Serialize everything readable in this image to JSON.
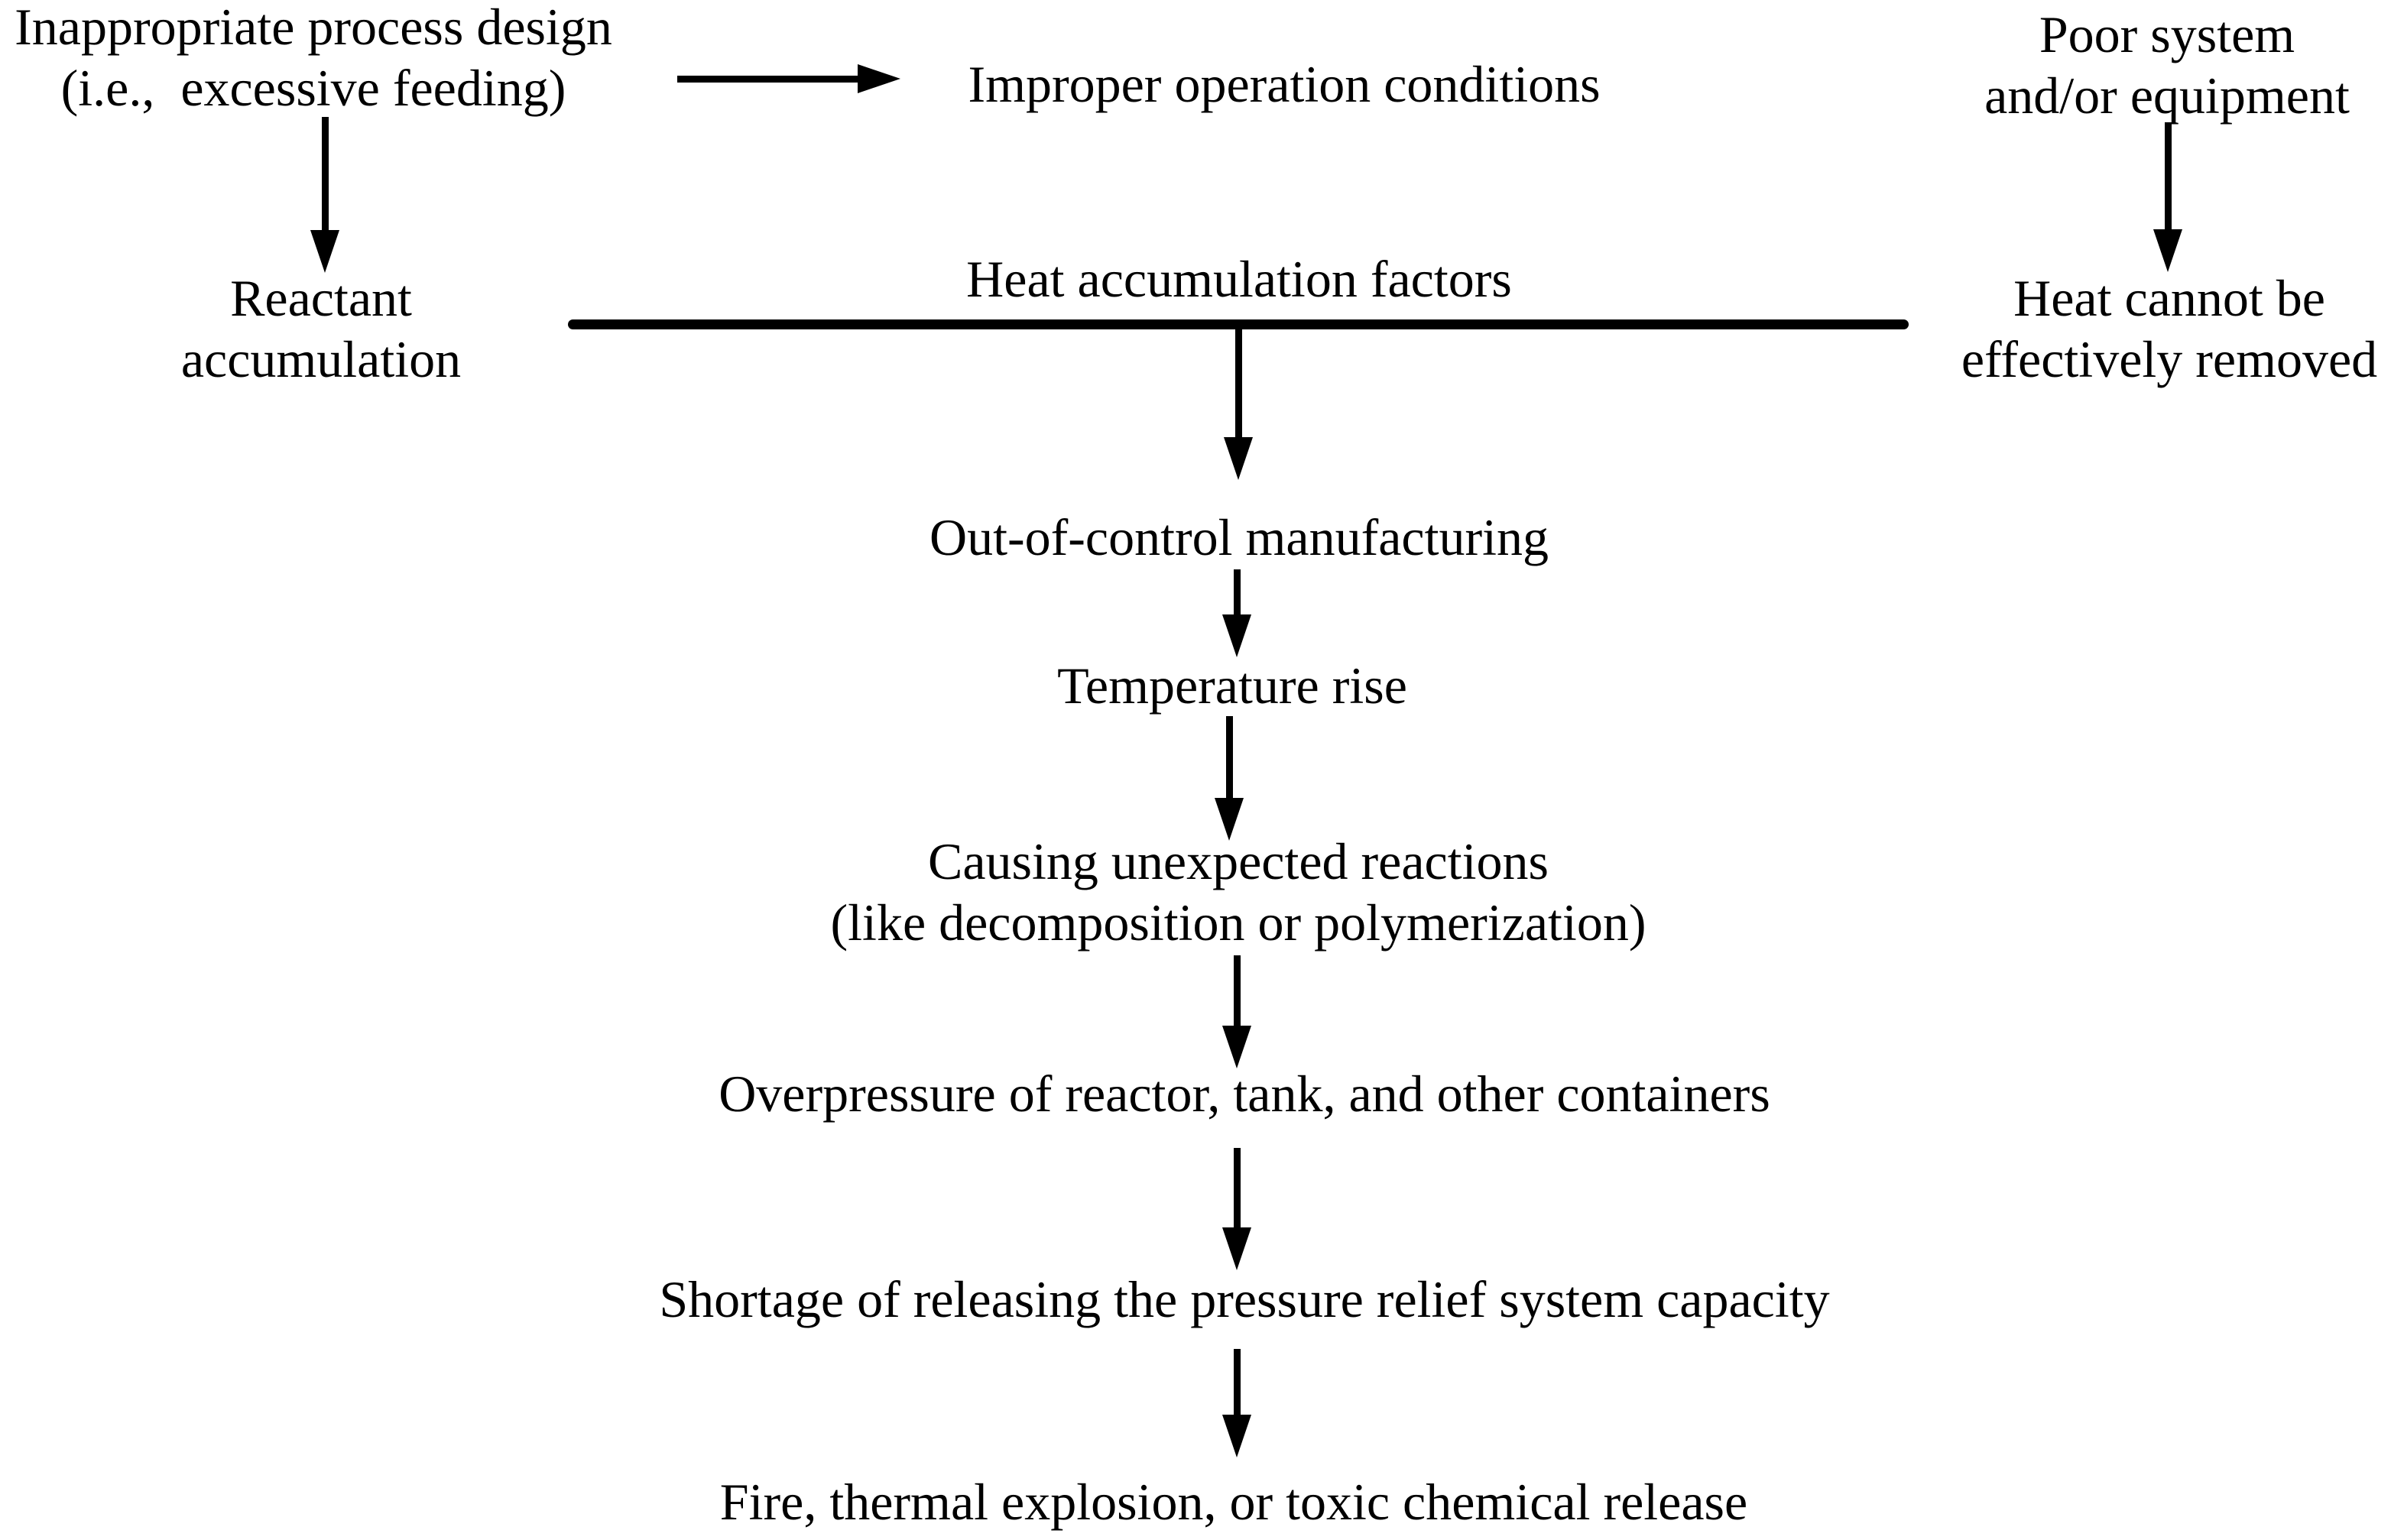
{
  "page": {
    "background": "#ffffff",
    "ink_color": "#000000"
  },
  "diagram": {
    "title": "Out-of-control manufacturing causal chain",
    "nodes": [
      {
        "id": "inappropriate-process-design",
        "label": "Inappropriate process design\n(i.e.,  excessive feeding)"
      },
      {
        "id": "improper-operation-conditions",
        "label": "Improper operation conditions"
      },
      {
        "id": "poor-system-equipment",
        "label": "Poor system\nand/or equipment"
      },
      {
        "id": "reactant-accumulation",
        "label": "Reactant\naccumulation"
      },
      {
        "id": "heat-accumulation-factors",
        "label": "Heat accumulation factors"
      },
      {
        "id": "heat-cannot-be-removed",
        "label": "Heat cannot be\neffectively removed"
      },
      {
        "id": "out-of-control-manufacturing",
        "label": "Out-of-control manufacturing"
      },
      {
        "id": "temperature-rise",
        "label": "Temperature rise"
      },
      {
        "id": "causing-unexpected-reactions",
        "label": "Causing unexpected reactions\n(like decomposition or polymerization)"
      },
      {
        "id": "overpressure-containers",
        "label": "Overpressure of reactor, tank, and other containers"
      },
      {
        "id": "shortage-pressure-relief",
        "label": "Shortage of releasing the pressure relief system capacity"
      },
      {
        "id": "fire-explosion-release",
        "label": "Fire, thermal explosion, or toxic chemical release"
      }
    ],
    "connectors": [
      {
        "id": "arrow-right-to-improper",
        "type": "arrow-right"
      },
      {
        "id": "arrow-down-to-reactant",
        "type": "arrow-down"
      },
      {
        "id": "arrow-down-to-heat-not-removed",
        "type": "arrow-down"
      },
      {
        "id": "heat-factors-bar",
        "type": "bar"
      },
      {
        "id": "arrow-down-to-out-of-control",
        "type": "arrow-down"
      },
      {
        "id": "arrow-down-to-temperature-rise",
        "type": "arrow-down"
      },
      {
        "id": "arrow-down-to-unexpected-reactions",
        "type": "arrow-down"
      },
      {
        "id": "arrow-down-to-overpressure",
        "type": "arrow-down"
      },
      {
        "id": "arrow-down-to-shortage",
        "type": "arrow-down"
      },
      {
        "id": "arrow-down-to-fire",
        "type": "arrow-down"
      }
    ]
  }
}
